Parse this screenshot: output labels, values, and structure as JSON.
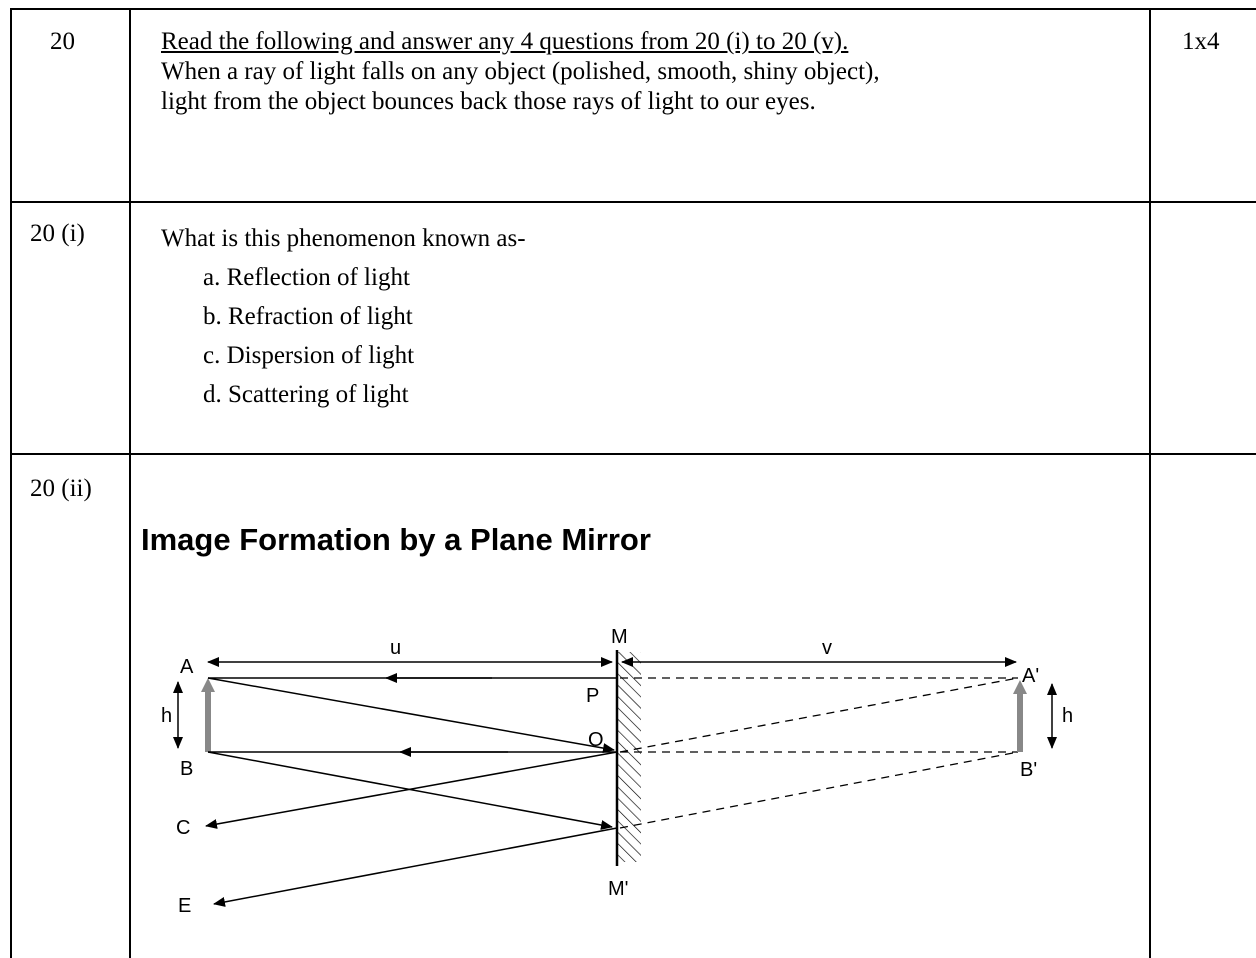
{
  "rows": [
    {
      "number": "20",
      "marks": "1x4",
      "lead": "Read the following and answer any 4 questions from 20 (i) to 20 (v).",
      "lines": [
        "When a ray of light falls on any object (polished, smooth, shiny object),",
        "light from the object bounces back those rays of light to our eyes."
      ]
    },
    {
      "number": "20 (i)",
      "prompt": "What is this phenomenon known as-",
      "options": [
        "a. Reflection of light",
        "b. Refraction of light",
        "c. Dispersion of light",
        "d. Scattering of light"
      ]
    },
    {
      "number": "20 (ii)"
    }
  ],
  "figure": {
    "title": "Image Formation by a Plane Mirror",
    "labels": {
      "mirror_top": "M",
      "mirror_bottom": "M'",
      "u": "u",
      "v": "v",
      "A": "A",
      "B": "B",
      "C": "C",
      "E": "E",
      "P": "P",
      "O": "O",
      "A_image": "A'",
      "B_image": "B'",
      "h_left": "h",
      "h_right": "h"
    }
  }
}
